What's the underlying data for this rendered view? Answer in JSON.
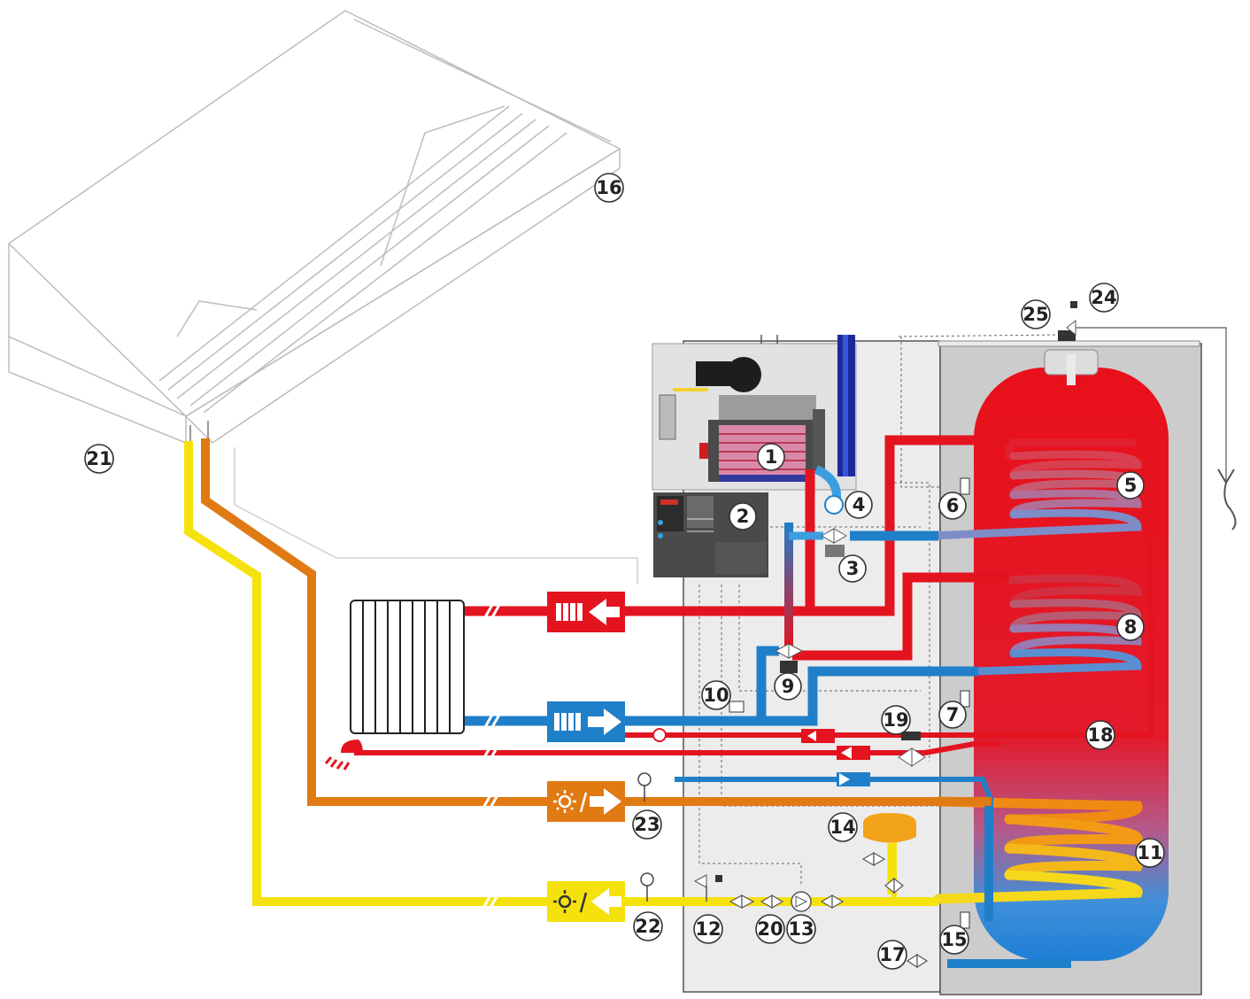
{
  "colors": {
    "hot": "#e3141f",
    "cold": "#1f7fc9",
    "solar_flow": "#e07a12",
    "solar_return": "#f5e20d",
    "boiler_panel": "#e8e8e8",
    "tank_casing": "#cfcfcf",
    "dark_blue_flue": "#1a2a9c"
  },
  "icons": {
    "heating_flow_sign": "radiator-left-arrow-icon",
    "heating_return_sign": "radiator-right-arrow-icon",
    "solar_flow_sign": "sun-right-arrow-icon",
    "solar_return_sign": "sun-left-arrow-icon",
    "dhw_outlet": "shower-icon",
    "tank_vent": "siphon-drain-icon"
  },
  "callouts": {
    "c1": "1",
    "c2": "2",
    "c3": "3",
    "c4": "4",
    "c5": "5",
    "c6": "6",
    "c7": "7",
    "c8": "8",
    "c9": "9",
    "c10": "10",
    "c11": "11",
    "c12": "12",
    "c13": "13",
    "c14": "14",
    "c15": "15",
    "c16": "16",
    "c17": "17",
    "c18": "18",
    "c19": "19",
    "c20": "20",
    "c21": "21",
    "c22": "22",
    "c23": "23",
    "c24": "24",
    "c25": "25"
  }
}
